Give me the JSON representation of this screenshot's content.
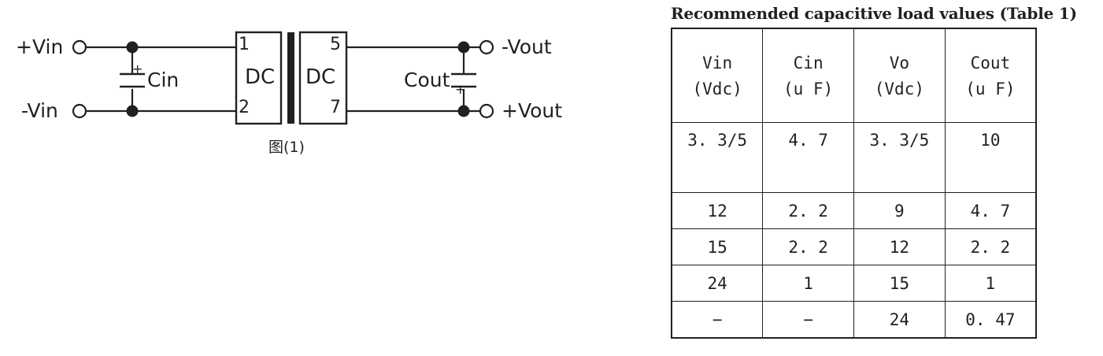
{
  "figure": {
    "caption": "图(1)",
    "terminals": {
      "in_positive": "+Vin",
      "in_negative": "-Vin",
      "out_negative": "-Vout",
      "out_positive": "+Vout"
    },
    "components": {
      "cin_label": "Cin",
      "cout_label": "Cout",
      "cin_polarity": "+",
      "cout_polarity": "+",
      "converter_left_label": "DC",
      "converter_right_label": "DC"
    },
    "pins": {
      "pin_in_positive": "1",
      "pin_in_negative": "2",
      "pin_out_negative": "5",
      "pin_out_positive": "7"
    },
    "colors": {
      "line": "#231f20",
      "background": "#ffffff"
    }
  },
  "table_section": {
    "title": "Recommended capacitive load values (Table 1)",
    "headers": [
      {
        "name": "Vin",
        "unit": "(Vdc)"
      },
      {
        "name": "Cin",
        "unit": "(u F)"
      },
      {
        "name": "Vo",
        "unit": "(Vdc)"
      },
      {
        "name": "Cout",
        "unit": "(u F)"
      }
    ],
    "rows": [
      {
        "vin": "3. 3/5",
        "cin": "4. 7",
        "vo": "3. 3/5",
        "cout": "10",
        "tall": true
      },
      {
        "vin": "12",
        "cin": "2. 2",
        "vo": "9",
        "cout": "4. 7",
        "tall": false
      },
      {
        "vin": "15",
        "cin": "2. 2",
        "vo": "12",
        "cout": "2. 2",
        "tall": false
      },
      {
        "vin": "24",
        "cin": "1",
        "vo": "15",
        "cout": "1",
        "tall": false
      },
      {
        "vin": "−",
        "cin": "−",
        "vo": "24",
        "cout": "0. 47",
        "tall": false
      }
    ]
  }
}
